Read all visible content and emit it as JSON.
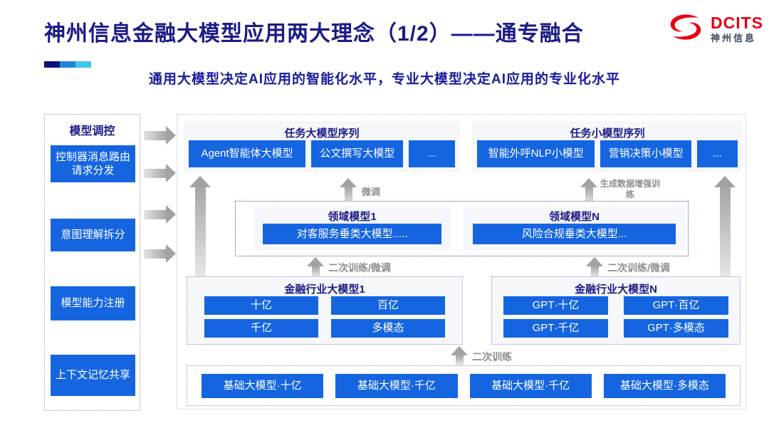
{
  "header": {
    "title": "神州信息金融大模型应用两大理念（1/2）——通专融合",
    "subtitle": "通用大模型决定AI应用的智能化水平，专业大模型决定AI应用的专业化水平",
    "logo_text": "DCITS",
    "logo_cn": "神州信息"
  },
  "colors": {
    "navy": "#1b1b87",
    "primary_blue": "#1565e0",
    "logo_red": "#e60012",
    "accent_segments": [
      "#10107a",
      "#1e86d9",
      "#3fc6ef"
    ],
    "label_gray": "#8d8d8d"
  },
  "sidebar": {
    "header": "模型调控",
    "items": [
      {
        "label": "控制器消息路由请求分发"
      },
      {
        "label": "意图理解拆分"
      },
      {
        "label": "模型能力注册"
      },
      {
        "label": "上下文记忆共享"
      }
    ]
  },
  "task_large": {
    "header": "任务大模型序列",
    "boxes": [
      {
        "label": "Agent智能体大模型"
      },
      {
        "label": "公文撰写大模型"
      },
      {
        "label": "..."
      }
    ]
  },
  "task_small": {
    "header": "任务小模型序列",
    "boxes": [
      {
        "label": "智能外呼NLP小模型"
      },
      {
        "label": "营销决策小模型"
      },
      {
        "label": "..."
      }
    ]
  },
  "annotations": {
    "fine_tune": "微调",
    "gen_data_training": "生成数据增强训练",
    "retrain_ft_left": "二次训练/微调",
    "retrain_ft_right": "二次训练/微调",
    "retrain": "二次训练"
  },
  "domain_models": {
    "left": {
      "header": "领域模型1",
      "box": "对客服务垂类大模型....."
    },
    "right": {
      "header": "领域模型N",
      "box": "风险合规垂类大模型..."
    }
  },
  "industry_models": {
    "left": {
      "header": "金融行业大模型1",
      "boxes": [
        {
          "label": "十亿"
        },
        {
          "label": "百亿"
        },
        {
          "label": "千亿"
        },
        {
          "label": "多模态"
        }
      ]
    },
    "right": {
      "header": "金融行业大模型N",
      "boxes": [
        {
          "label": "GPT·十亿"
        },
        {
          "label": "GPT·百亿"
        },
        {
          "label": "GPT·千亿"
        },
        {
          "label": "GPT·多模态"
        }
      ]
    }
  },
  "base_models": {
    "boxes": [
      {
        "label": "基础大模型·十亿"
      },
      {
        "label": "基础大模型·千亿"
      },
      {
        "label": "基础大模型·千亿"
      },
      {
        "label": "基础大模型·多模态"
      }
    ]
  }
}
